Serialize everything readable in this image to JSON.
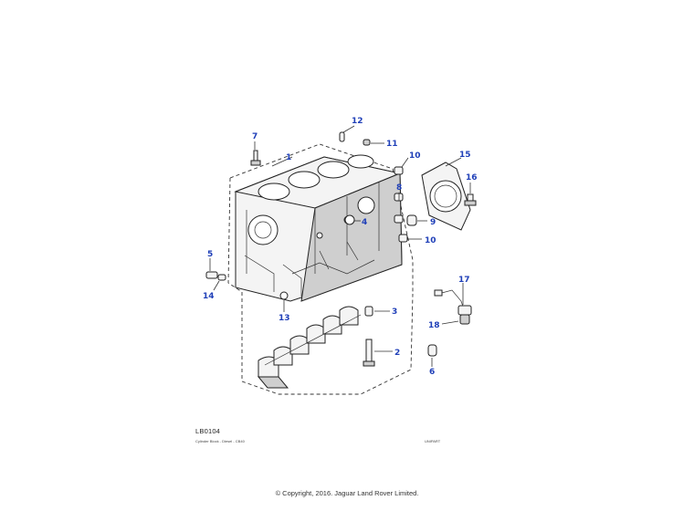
{
  "diagram": {
    "callouts": [
      "1",
      "2",
      "3",
      "4",
      "5",
      "6",
      "7",
      "8",
      "9",
      "10",
      "10",
      "11",
      "12",
      "13",
      "14",
      "15",
      "16",
      "17",
      "18"
    ]
  },
  "footer": {
    "ref_code": "LB0104",
    "caption": "Cylinder Block - Diesel - CB40",
    "status": "UNIPART"
  },
  "copyright": "© Copyright, 2016. Jaguar Land Rover Limited.",
  "colors": {
    "callout": "#1f3fb8",
    "line": "#222222",
    "background": "#ffffff"
  }
}
